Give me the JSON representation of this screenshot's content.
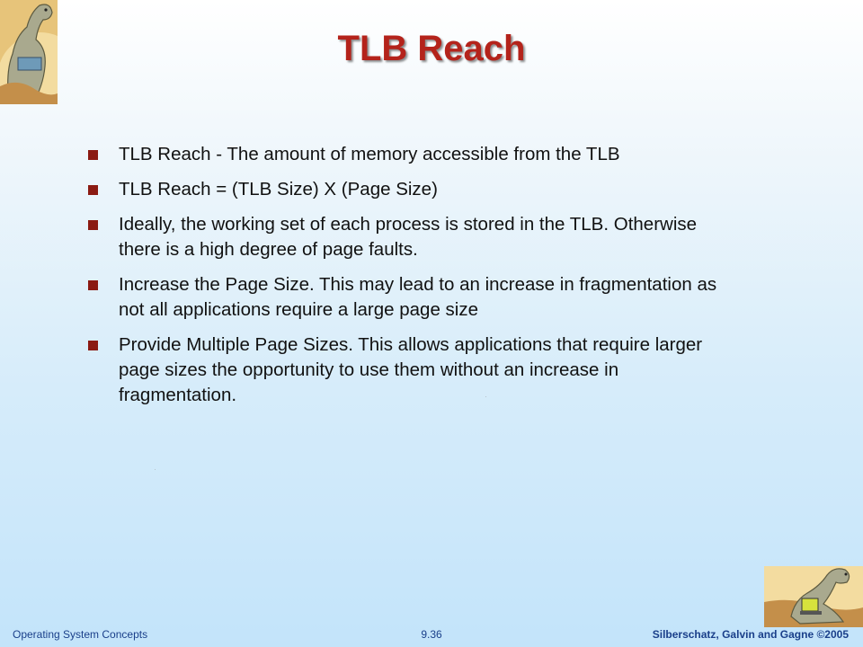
{
  "slide": {
    "title": "TLB Reach",
    "bullets": [
      {
        "text": "TLB Reach - The amount of memory accessible from the TLB"
      },
      {
        "text": "TLB Reach = (TLB Size) X (Page Size)"
      },
      {
        "text": "Ideally, the working set of each process is stored in the TLB. Otherwise there is a high degree of page faults."
      },
      {
        "text": "Increase the Page Size. This may lead to an increase in fragmentation as not all applications require a large page size"
      },
      {
        "text": "Provide Multiple Page Sizes. This allows applications that require larger page sizes the opportunity to use them without an increase in fragmentation."
      }
    ]
  },
  "footer": {
    "left": "Operating System Concepts",
    "center": "9.36",
    "right": "Silberschatz, Galvin and Gagne ©2005"
  },
  "colors": {
    "title": "#b4231b",
    "bullet_marker": "#8b1a12",
    "footer_text": "#1a3f8a"
  },
  "icons": {
    "top_left": "dinosaur-reading-icon",
    "bottom_right": "dinosaur-laptop-icon"
  }
}
